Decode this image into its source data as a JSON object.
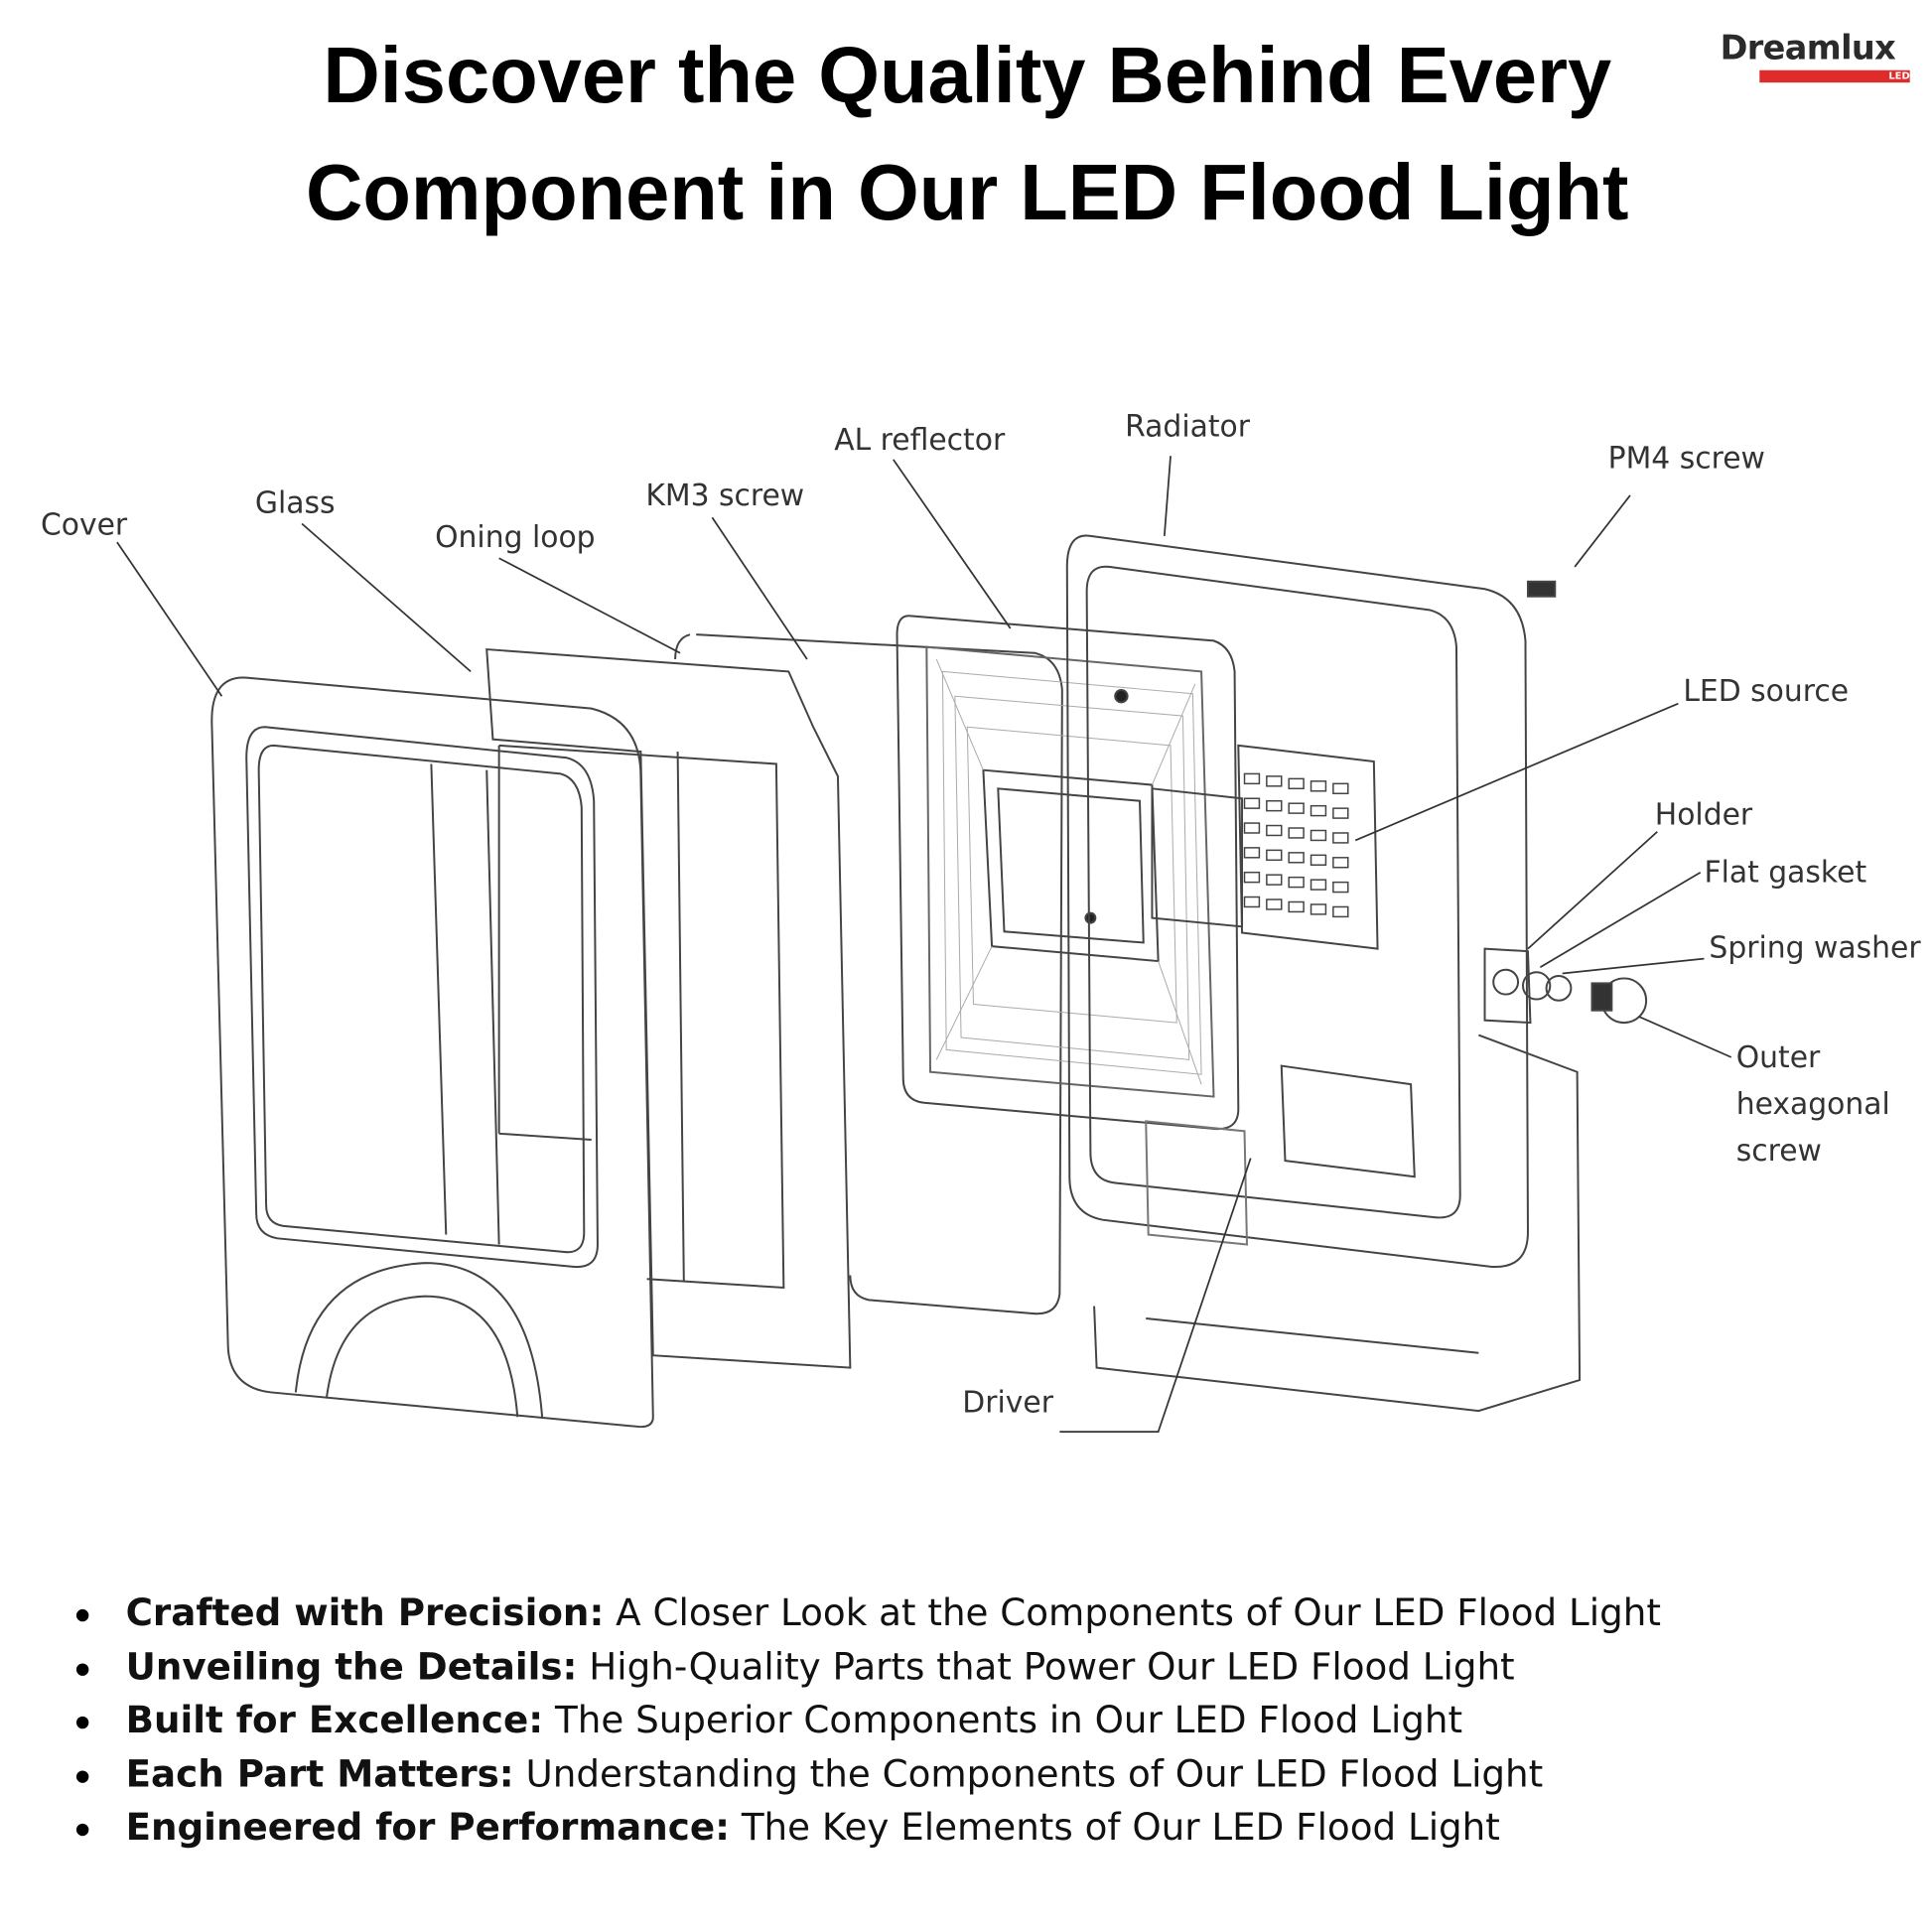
{
  "title": {
    "line1": "Discover the Quality Behind Every",
    "line2": "Component in Our LED Flood Light"
  },
  "logo": {
    "word": "Dreamlux",
    "sub": "LED",
    "accent": "#e02b2b"
  },
  "diagram": {
    "labels": {
      "cover": "Cover",
      "glass": "Glass",
      "oning_loop": "Oning loop",
      "km3_screw": "KM3 screw",
      "al_reflector": "AL reflector",
      "radiator": "Radiator",
      "pm4_screw": "PM4 screw",
      "led_source": "LED source",
      "holder": "Holder",
      "flat_gasket": "Flat gasket",
      "spring_washer": "Spring washer",
      "outer_hex_1": "Outer",
      "outer_hex_2": "hexagonal",
      "outer_hex_3": "screw",
      "driver": "Driver"
    }
  },
  "bullets": [
    {
      "bold": "Crafted with Precision:",
      "text": " A Closer Look at the Components of Our LED Flood Light"
    },
    {
      "bold": "Unveiling the Details:",
      "text": " High-Quality Parts that Power Our LED Flood Light"
    },
    {
      "bold": "Built for Excellence:",
      "text": " The Superior Components in Our LED Flood Light"
    },
    {
      "bold": "Each Part Matters:",
      "text": " Understanding the Components of Our LED Flood Light"
    },
    {
      "bold": "Engineered for Performance:",
      "text": " The Key Elements of Our LED Flood Light"
    }
  ]
}
